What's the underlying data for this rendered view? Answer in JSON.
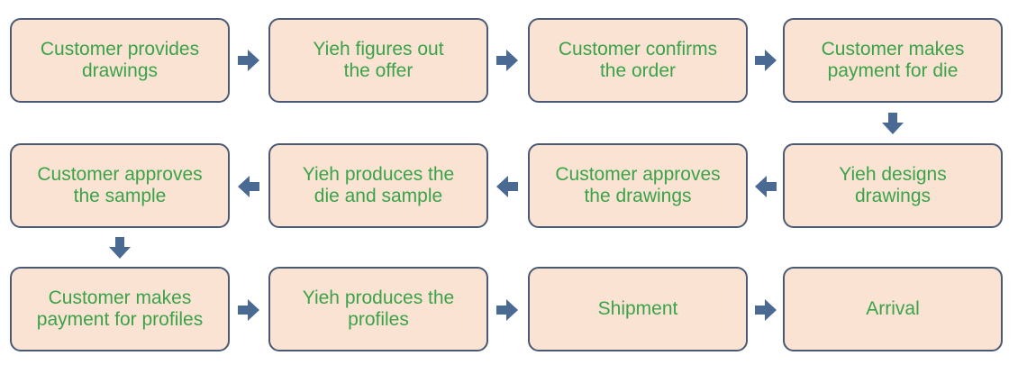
{
  "steps": [
    {
      "id": "s1",
      "label": "Customer provides\ndrawings"
    },
    {
      "id": "s2",
      "label": "Yieh figures out\nthe offer"
    },
    {
      "id": "s3",
      "label": "Customer confirms\nthe order"
    },
    {
      "id": "s4",
      "label": "Customer makes\npayment for die"
    },
    {
      "id": "s5",
      "label": "Yieh designs\ndrawings"
    },
    {
      "id": "s6",
      "label": "Customer approves\nthe drawings"
    },
    {
      "id": "s7",
      "label": "Yieh produces the\ndie and sample"
    },
    {
      "id": "s8",
      "label": "Customer approves\nthe sample"
    },
    {
      "id": "s9",
      "label": "Customer makes\npayment for profiles"
    },
    {
      "id": "s10",
      "label": "Yieh produces the\nprofiles"
    },
    {
      "id": "s11",
      "label": "Shipment"
    },
    {
      "id": "s12",
      "label": "Arrival"
    }
  ],
  "colors": {
    "box_fill": "#fbe3d4",
    "box_border": "#4a5a74",
    "text": "#3aa349",
    "arrow": "#4a6a94"
  },
  "arrows": [
    {
      "from": "s1",
      "to": "s2",
      "direction": "right"
    },
    {
      "from": "s2",
      "to": "s3",
      "direction": "right"
    },
    {
      "from": "s3",
      "to": "s4",
      "direction": "right"
    },
    {
      "from": "s4",
      "to": "s5",
      "direction": "down"
    },
    {
      "from": "s5",
      "to": "s6",
      "direction": "left"
    },
    {
      "from": "s6",
      "to": "s7",
      "direction": "left"
    },
    {
      "from": "s7",
      "to": "s8",
      "direction": "left"
    },
    {
      "from": "s8",
      "to": "s9",
      "direction": "down"
    },
    {
      "from": "s9",
      "to": "s10",
      "direction": "right"
    },
    {
      "from": "s10",
      "to": "s11",
      "direction": "right"
    },
    {
      "from": "s11",
      "to": "s12",
      "direction": "right"
    }
  ]
}
